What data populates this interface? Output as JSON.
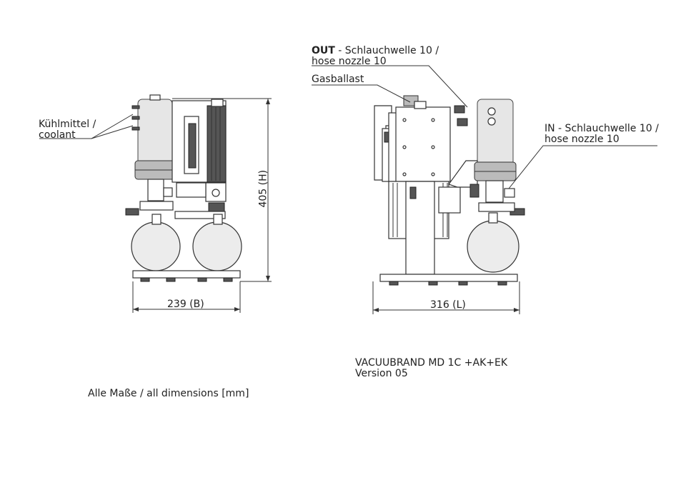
{
  "labels": {
    "coolant_line1": "Kühlmittel /",
    "coolant_line2": "coolant",
    "out_bold": "OUT",
    "out_rest": " - Schlauchwelle 10 /",
    "out_line2": "hose nozzle 10",
    "gasballast": "Gasballast",
    "in_line1": "IN - Schlauchwelle 10 /",
    "in_line2": "hose nozzle 10"
  },
  "dimensions": {
    "height": "405 (H)",
    "width": "239 (B)",
    "length": "316 (L)"
  },
  "footer": {
    "model_line1": "VACUUBRAND MD 1C +AK+EK",
    "model_line2": "Version 05",
    "units_note": "Alle Maße / all dimensions [mm]"
  },
  "colors": {
    "line": "#333333",
    "dark_part": "#555555",
    "light_part": "#e6e6e6"
  }
}
